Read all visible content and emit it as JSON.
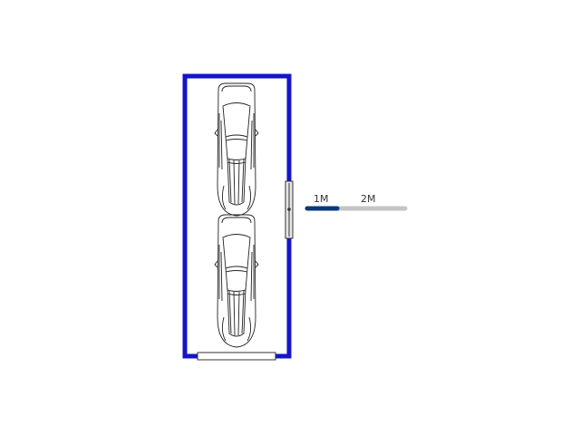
{
  "plan": {
    "wall_color": "#1414c8",
    "door_color": "#333333",
    "car_stroke": "#222222",
    "car_count": 2
  },
  "scale_bar": {
    "label_1": "1M",
    "label_2": "2M",
    "segment_1_color": "#0a3a7a",
    "segment_2_color": "#c4c4c4"
  }
}
